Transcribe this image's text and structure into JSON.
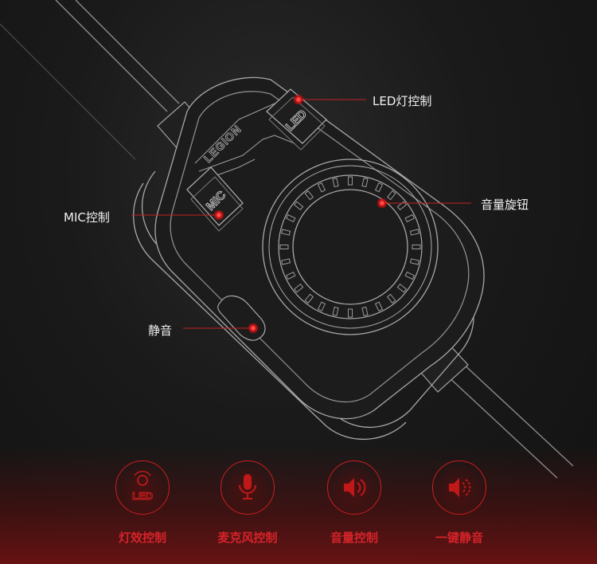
{
  "device": {
    "brand_text": "LEGION",
    "led_button_text": "LED",
    "mic_button_text": "MIC"
  },
  "callouts": {
    "led": "LED灯控制",
    "mic": "MIC控制",
    "volume": "音量旋钮",
    "mute": "静音"
  },
  "features": [
    {
      "icon": "led-icon",
      "label": "灯效控制"
    },
    {
      "icon": "microphone-icon",
      "label": "麦克风控制"
    },
    {
      "icon": "speaker-volume-icon",
      "label": "音量控制"
    },
    {
      "icon": "speaker-mute-icon",
      "label": "一键静音"
    }
  ],
  "colors": {
    "accent": "#d01c1c",
    "line": "#9a9a9a",
    "background": "#1a1a1a"
  }
}
